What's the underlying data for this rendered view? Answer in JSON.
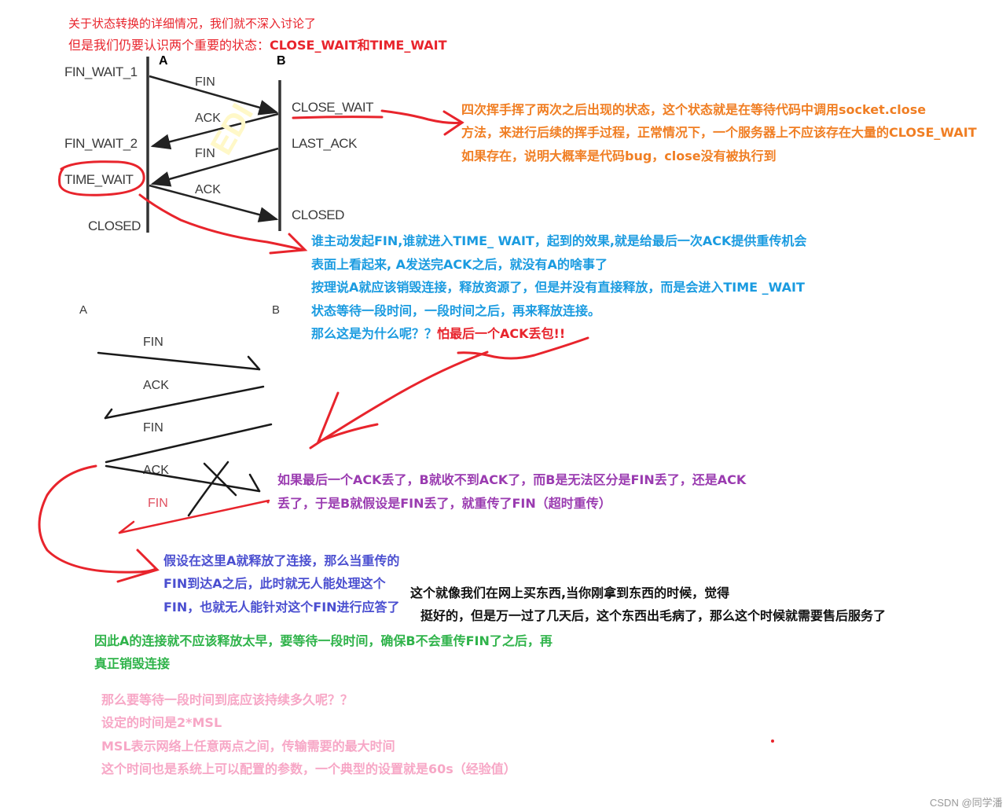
{
  "intro": {
    "line1": "关于状态转换的详细情况，我们就不深入讨论了",
    "line2_prefix": "但是我们仍要认识两个重要的状态：",
    "line2_bold": "CLOSE_WAIT和TIME_WAIT"
  },
  "diagram1": {
    "host_a": "A",
    "host_b": "B",
    "a_states": [
      "FIN_WAIT_1",
      "FIN_WAIT_2",
      "TIME_WAIT",
      "CLOSED"
    ],
    "b_states": [
      "CLOSE_WAIT",
      "LAST_ACK",
      "CLOSED"
    ],
    "messages": [
      "FIN",
      "ACK",
      "FIN",
      "ACK"
    ]
  },
  "close_wait_note": {
    "lines": [
      "四次挥手挥了两次之后出现的状态，这个状态就是在等待代码中调用socket.close",
      "方法，来进行后续的挥手过程，正常情况下，一个服务器上不应该存在大量的CLOSE_WAIT",
      "如果存在，说明大概率是代码bug，close没有被执行到"
    ]
  },
  "time_wait_note": {
    "lines": [
      "谁主动发起FIN,谁就进入TIME_ WAIT，起到的效果,就是给最后一次ACK提供重传机会",
      "表面上看起来, A发送完ACK之后，就没有A的啥事了",
      "按理说A就应该销毁连接，释放资源了，但是并没有直接释放，而是会进入TIME _WAIT",
      "状态等待一段时间，一段时间之后，再来释放连接。"
    ],
    "question": "那么这是为什么呢？？",
    "answer": "怕最后一个ACK丢包!!"
  },
  "diagram2": {
    "host_a": "A",
    "host_b": "B",
    "messages": [
      "FIN",
      "ACK",
      "FIN",
      "ACK"
    ],
    "retransmit": "FIN"
  },
  "lost_ack_note": {
    "lines": [
      "如果最后一个ACK丢了，B就收不到ACK了，而B是无法区分是FIN丢了，还是ACK",
      "丢了，于是B就假设是FIN丢了，就重传了FIN（超时重传）"
    ]
  },
  "release_note": {
    "lines": [
      "假设在这里A就释放了连接，那么当重传的",
      "FIN到达A之后，此时就无人能处理这个",
      "FIN，也就无人能针对这个FIN进行应答了"
    ]
  },
  "analogy_note": {
    "lines": [
      "这个就像我们在网上买东西,当你刚拿到东西的时候，觉得",
      "挺好的，但是万一过了几天后，这个东西出毛病了，那么这个时候就需要售后服务了"
    ]
  },
  "conclusion_note": {
    "lines": [
      "因此A的连接就不应该释放太早，要等待一段时间，确保B不会重传FIN了之后，再",
      "真正销毁连接"
    ]
  },
  "duration_note": {
    "lines": [
      "那么要等待一段时间到底应该持续多久呢？？",
      "设定的时间是2*MSL",
      "MSL表示网络上任意两点之间，传输需要的最大时间",
      "这个时间也是系统上可以配置的参数，一个典型的设置就是60s（经验值）"
    ]
  },
  "footer": {
    "watermark": "CSDN @同学潘"
  },
  "colors": {
    "annotation_red": "#e8242c",
    "orange": "#f07e23",
    "blue": "#1a9be0",
    "purple": "#9a3bb0",
    "indigo": "#4b4fd0",
    "green": "#2fb34a",
    "pink": "#f7a7c6"
  }
}
